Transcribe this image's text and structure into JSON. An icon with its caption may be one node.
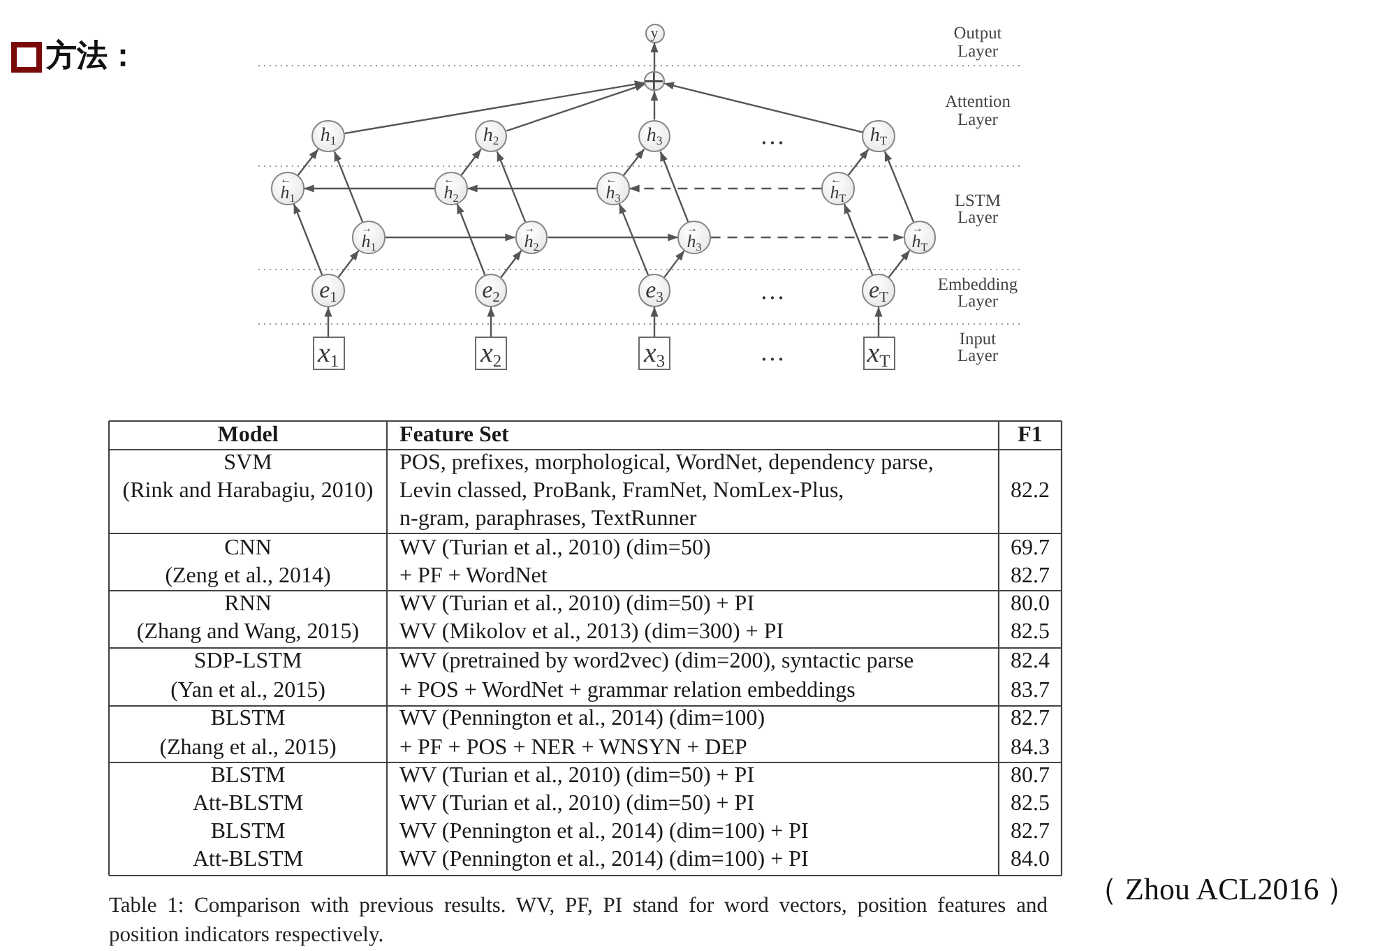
{
  "diagram": {
    "title": "方法：",
    "caption": "Table 1: Comparison with previous results. WV, PF, PI stand for word vectors, position features and position indicators respectively.",
    "nodes": [
      {
        "text": [
          "y"
        ]
      },
      {
        "text": [],
        "shape": "circle"
      },
      {
        "text": [
          "*h*$_{1}$"
        ]
      },
      {
        "text": [
          "*h*$_{2}$"
        ]
      },
      {
        "text": [
          "*h*$_{3}$"
        ]
      },
      {
        "text": [
          "*h*$_{T}$"
        ]
      },
      {
        "text": [
          "←",
          "*h*$_{1}$"
        ]
      },
      {
        "text": [
          "←",
          "*h*$_{2}$"
        ]
      },
      {
        "text": [
          "←",
          "*h*$_{3}$"
        ]
      },
      {
        "text": [
          "←",
          "*h*$_{T}$"
        ]
      },
      {
        "text": [
          "→",
          "*h*$_{1}$"
        ]
      },
      {
        "text": [
          "→",
          "*h*$_{2}$"
        ]
      },
      {
        "text": [
          "→",
          "*h*$_{3}$"
        ]
      },
      {
        "text": [
          "→",
          "*h*$_{T}$"
        ]
      },
      {
        "text": [
          "*e*$_{1}$"
        ]
      },
      {
        "text": [
          "*e*$_{2}$"
        ]
      },
      {
        "text": [
          "*e*$_{3}$"
        ]
      },
      {
        "text": [
          "*e*$_{T}$"
        ]
      },
      {
        "text": [
          "*x*$_{1}$"
        ]
      },
      {
        "text": [
          "*x*$_{2}$"
        ]
      },
      {
        "text": [
          "*x*$_{3}$"
        ]
      },
      {
        "text": [
          "*x*$_{T}$"
        ]
      }
    ],
    "edges": [
      {
        "from": 1,
        "to": 0,
        "arrow": "to"
      },
      {
        "from": 2,
        "to": 1,
        "arrow": "to"
      },
      {
        "from": 3,
        "to": 1,
        "arrow": "to"
      },
      {
        "from": 4,
        "to": 1,
        "arrow": "to"
      },
      {
        "from": 5,
        "to": 1,
        "arrow": "to"
      },
      {
        "from": 6,
        "to": 2,
        "arrow": "to"
      },
      {
        "from": 10,
        "to": 2,
        "arrow": "to"
      },
      {
        "from": 7,
        "to": 3,
        "arrow": "to"
      },
      {
        "from": 11,
        "to": 3,
        "arrow": "to"
      },
      {
        "from": 8,
        "to": 4,
        "arrow": "to"
      },
      {
        "from": 12,
        "to": 4,
        "arrow": "to"
      },
      {
        "from": 9,
        "to": 5,
        "arrow": "to"
      },
      {
        "from": 13,
        "to": 5,
        "arrow": "to"
      },
      {
        "from": 7,
        "to": 6,
        "arrow": "to"
      },
      {
        "from": 8,
        "to": 7,
        "arrow": "to"
      },
      {
        "from": 9,
        "to": 8,
        "arrow": "to",
        "style": "dashed"
      },
      {
        "from": 10,
        "to": 11,
        "arrow": "to"
      },
      {
        "from": 11,
        "to": 12,
        "arrow": "to"
      },
      {
        "from": 12,
        "to": 13,
        "arrow": "to",
        "style": "dashed"
      },
      {
        "from": 14,
        "to": 6,
        "arrow": "to"
      },
      {
        "from": 14,
        "to": 10,
        "arrow": "to"
      },
      {
        "from": 15,
        "to": 7,
        "arrow": "to"
      },
      {
        "from": 15,
        "to": 11,
        "arrow": "to"
      },
      {
        "from": 16,
        "to": 8,
        "arrow": "to"
      },
      {
        "from": 16,
        "to": 12,
        "arrow": "to"
      },
      {
        "from": 17,
        "to": 9,
        "arrow": "to"
      },
      {
        "from": 17,
        "to": 13,
        "arrow": "to"
      },
      {
        "from": 18,
        "to": 14,
        "arrow": "to"
      },
      {
        "from": 19,
        "to": 15,
        "arrow": "to"
      },
      {
        "from": 20,
        "to": 16,
        "arrow": "to"
      },
      {
        "from": 21,
        "to": 17,
        "arrow": "to"
      }
    ],
    "labels": [
      "Output Layer",
      "Attention Layer",
      "…",
      "LSTM Layer",
      "…",
      "Embedding Layer",
      "…",
      "Input Layer",
      "Model",
      "Feature Set",
      "F1",
      "SVM",
      "POS, prefixes, morphological, WordNet, dependency parse,",
      "(Rink and Harabagiu, 2010)",
      "Levin classed, ProBank, FramNet, NomLex-Plus,",
      "82.2",
      "n-gram, paraphrases, TextRunner",
      "CNN",
      "WV (Turian et al., 2010) (dim=50)",
      "69.7",
      "(Zeng et al., 2014)",
      "+ PF + WordNet",
      "82.7",
      "RNN",
      "WV (Turian et al., 2010) (dim=50) + PI",
      "80.0",
      "(Zhang and Wang, 2015)",
      "WV (Mikolov et al., 2013) (dim=300) + PI",
      "82.5",
      "SDP-LSTM",
      "WV (pretrained by word2vec) (dim=200), syntactic parse",
      "82.4",
      "(Yan et al., 2015)",
      "+ POS + WordNet + grammar relation embeddings",
      "83.7",
      "BLSTM",
      "WV (Pennington et al., 2014) (dim=100)",
      "82.7",
      "(Zhang et al., 2015)",
      "+ PF + POS + NER + WNSYN + DEP",
      "84.3",
      "BLSTM",
      "WV (Turian et al., 2010) (dim=50) + PI",
      "80.7",
      "Att-BLSTM",
      "WV (Turian et al., 2010) (dim=50) + PI",
      "82.5",
      "BLSTM",
      "WV (Pennington et al., 2014) (dim=100) + PI",
      "82.7",
      "Att-BLSTM",
      "WV (Pennington et al., 2014) (dim=100) + PI",
      "84.0",
      "（ Zhou ACL2016 ）"
    ]
  }
}
